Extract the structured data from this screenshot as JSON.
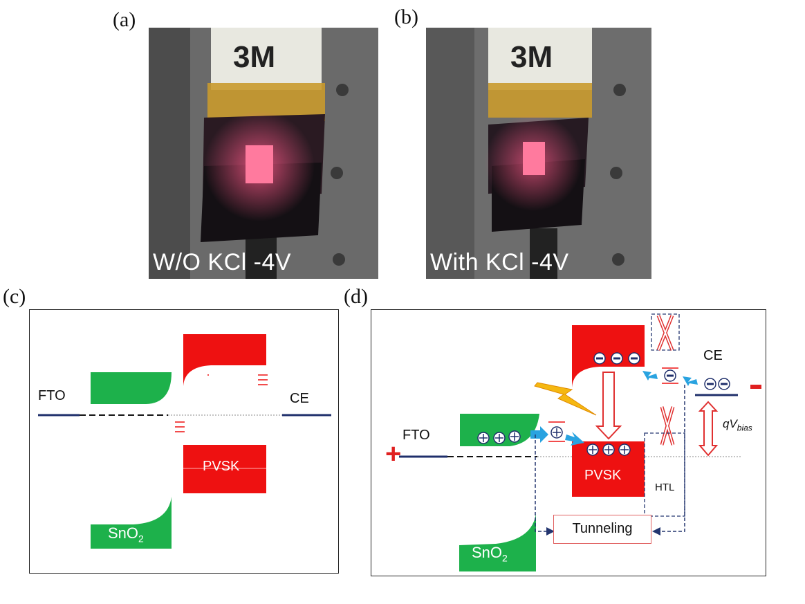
{
  "panels": {
    "a": {
      "label": "(a)",
      "tape_text": "3M",
      "caption": "W/O KCl -4V"
    },
    "b": {
      "label": "(b)",
      "tape_text": "3M",
      "caption": "With KCl -4V"
    },
    "c": {
      "label": "(c)",
      "fto": "FTO",
      "ce": "CE",
      "pvsk": "PVSK",
      "sno2_base": "SnO",
      "sno2_sub": "2"
    },
    "d": {
      "label": "(d)",
      "fto": "FTO",
      "ce": "CE",
      "pvsk": "PVSK",
      "htl": "HTL",
      "sno2_base": "SnO",
      "sno2_sub": "2",
      "tunneling": "Tunneling",
      "bias_base": "qV",
      "bias_sub": "bias",
      "plus": "+",
      "minus": "−"
    }
  },
  "colors": {
    "red_block": "#ee1111",
    "green_block": "#1db14b",
    "line_navy": "#1f2f6b",
    "arrow_blue": "#29a3e0",
    "outline_red": "#e03030",
    "dash_navy": "#23356f"
  }
}
